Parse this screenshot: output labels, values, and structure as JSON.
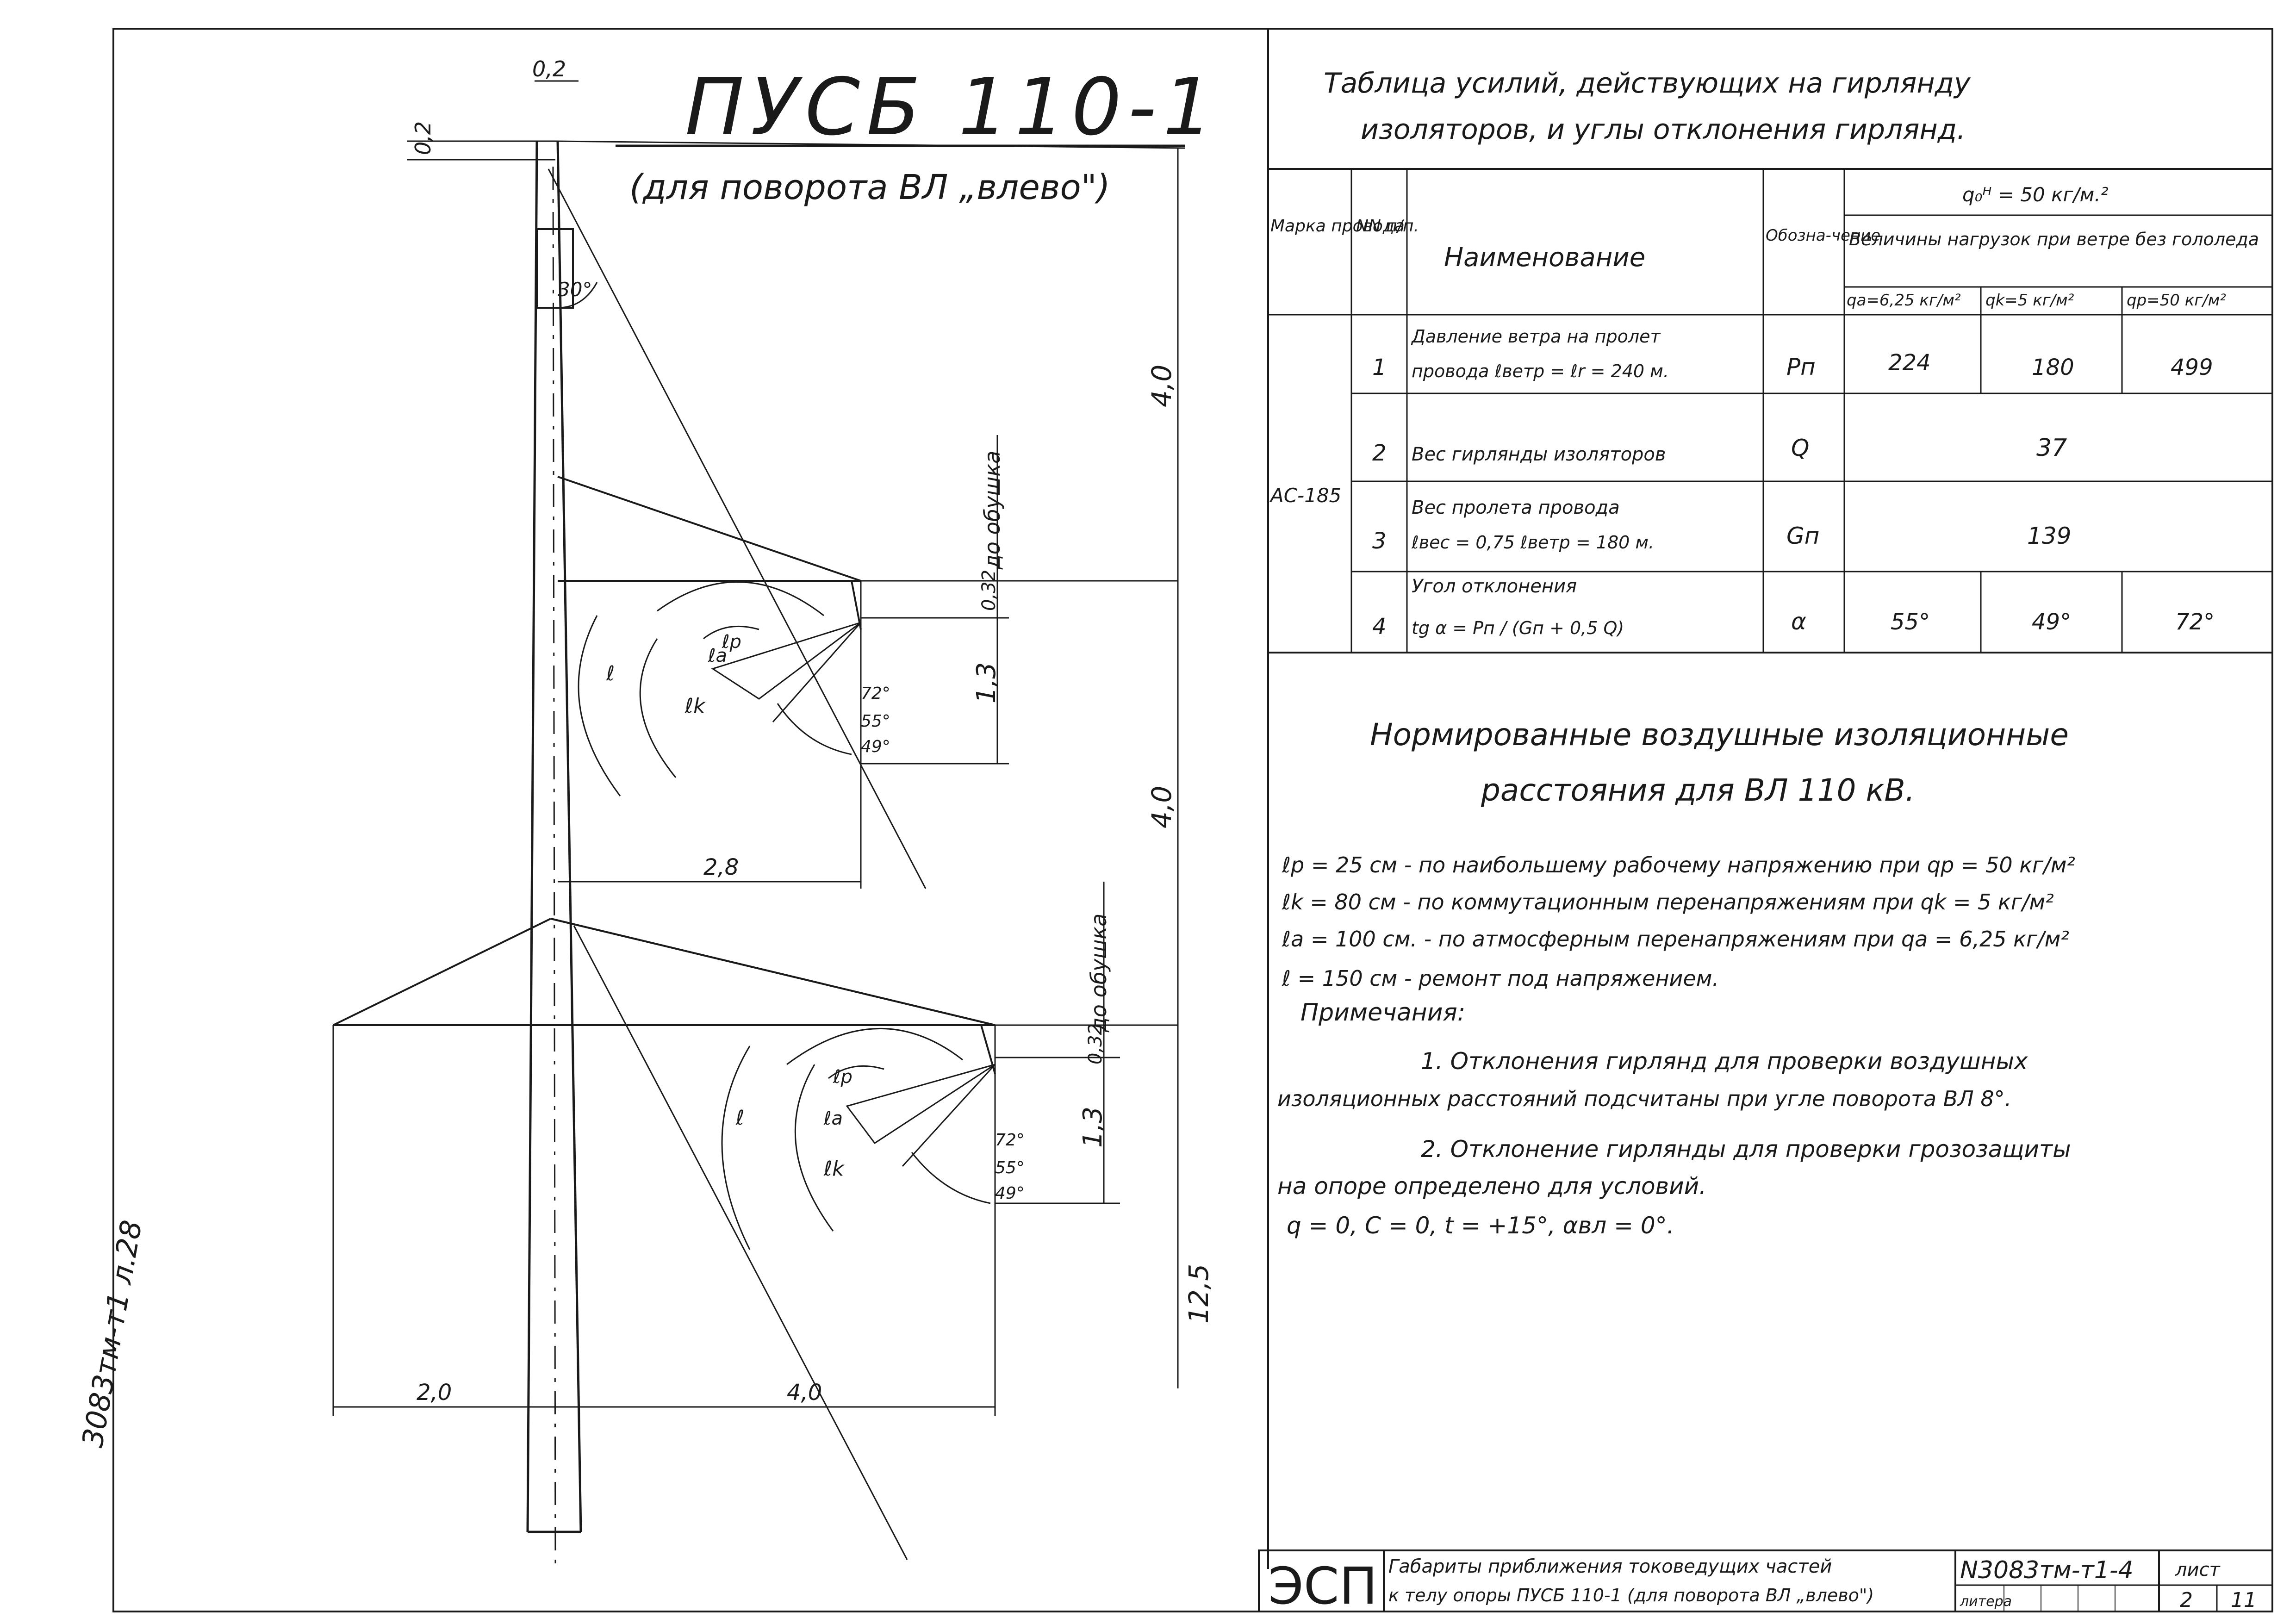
{
  "drawing": {
    "title": "ПУСБ 110-1",
    "subtitle": "(для поворота ВЛ „влево\")",
    "angle_top": "30°",
    "dims": {
      "top_width": "0,2",
      "top_height": "0,2",
      "upper_h1": "4,0",
      "upper_h2": "4,0",
      "upper_lower": "12,5",
      "gap1": "0,32",
      "gap1_b": "1,3",
      "gap2": "0,32",
      "gap2_b": "1,3",
      "arm_upper": "2,8",
      "arm_left": "2,0",
      "arm_right": "4,0"
    },
    "to_clamp_label": "до обушка",
    "angles": [
      "72°",
      "55°",
      "49°"
    ],
    "radius_labels": {
      "r": "ℓ",
      "rk": "ℓk",
      "ra": "ℓa",
      "rp": "ℓp"
    },
    "side_note": "3083тм-т1 л.28"
  },
  "table": {
    "title_line1": "Таблица усилий, действующих на гирлянду",
    "title_line2": "изоляторов, и углы отклонения гирлянд.",
    "head": {
      "mark": "Марка провода",
      "num": "NN п/п.",
      "name": "Наименование",
      "sym": "Обозна-чение",
      "q0": "q₀ᴴ = 50 кг/м.²",
      "values_head": "Величины нагрузок при ветре без гололеда",
      "c1": "qa=6,25 кг/м²",
      "c2": "qk=5 кг/м²",
      "c3": "qp=50 кг/м²"
    },
    "mark_value": "АС-185",
    "rows": [
      {
        "n": "1",
        "name1": "Давление ветра на пролет",
        "name2": "провода ℓветр = ℓr = 240 м.",
        "sym": "Pп",
        "v1": "224",
        "v2": "180",
        "v3": "499"
      },
      {
        "n": "2",
        "name1": "Вес гирлянды изоляторов",
        "name2": "",
        "sym": "Q",
        "span": "37"
      },
      {
        "n": "3",
        "name1": "Вес пролета провода",
        "name2": "ℓвес = 0,75 ℓветр = 180 м.",
        "sym": "Gп",
        "span": "139"
      },
      {
        "n": "4",
        "name1": "Угол отклонения",
        "name2": "tg α = Pп / (Gп + 0,5 Q)",
        "sym": "α",
        "v1": "55°",
        "v2": "49°",
        "v3": "72°"
      }
    ]
  },
  "norms": {
    "heading1": "Нормированные воздушные изоляционные",
    "heading2": "расстояния для ВЛ 110 кВ.",
    "lines": [
      "ℓp = 25 см - по наибольшему рабочему напряжению при qp = 50 кг/м²",
      "ℓk = 80 см - по коммутационным перенапряжениям при qk = 5 кг/м²",
      "ℓa = 100 см. - по атмосферным перенапряжениям при qa = 6,25 кг/м²",
      "ℓ = 150 см - ремонт под напряжением."
    ],
    "notes_title": "Примечания:",
    "note1a": "1. Отклонения гирлянд для проверки воздушных",
    "note1b": "изоляционных расстояний подсчитаны при угле поворота ВЛ 8°.",
    "note2a": "2. Отклонение гирлянды для проверки грозозащиты",
    "note2b": "на опоре определено для условий.",
    "note2c": "q = 0, C = 0, t = +15°, αвл = 0°."
  },
  "stamp": {
    "logo": "ЭСП",
    "desc1": "Габариты приближения токоведущих частей",
    "desc2": "к телу опоры ПУСБ 110-1 (для поворота ВЛ „влево\")",
    "code": "N3083тм-т1-4",
    "litera": "литера",
    "sheet_label": "лист",
    "sheet": "2",
    "sheets": "11"
  }
}
